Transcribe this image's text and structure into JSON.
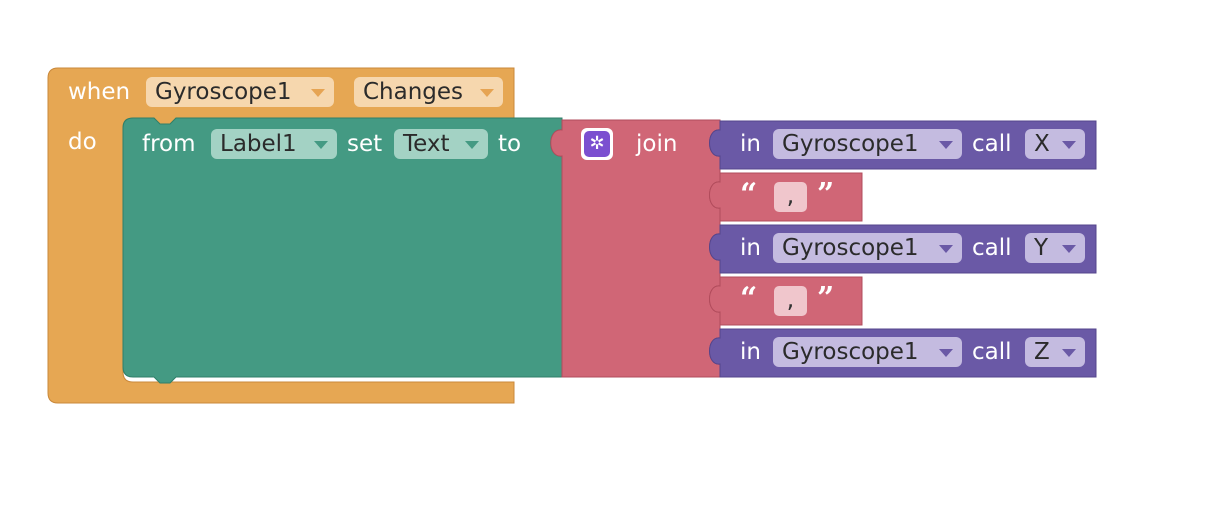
{
  "event_block": {
    "when_label": "when",
    "component": "Gyroscope1",
    "event": "Changes",
    "do_label": "do"
  },
  "set_block": {
    "from_label": "from",
    "component": "Label1",
    "set_label": "set",
    "property": "Text",
    "to_label": "to"
  },
  "join_block": {
    "label": "join",
    "gear_icon": "gear-icon"
  },
  "getters": [
    {
      "in_label": "in",
      "component": "Gyroscope1",
      "call_label": "call",
      "property": "X"
    },
    {
      "in_label": "in",
      "component": "Gyroscope1",
      "call_label": "call",
      "property": "Y"
    },
    {
      "in_label": "in",
      "component": "Gyroscope1",
      "call_label": "call",
      "property": "Z"
    }
  ],
  "strings": [
    {
      "open_quote": "“",
      "value": ",",
      "close_quote": "”"
    },
    {
      "open_quote": "“",
      "value": ",",
      "close_quote": "”"
    }
  ],
  "colors": {
    "event_block": "#e6a753",
    "setter_block": "#449a83",
    "join_block": "#d06676",
    "getter_block": "#6a59a6"
  }
}
